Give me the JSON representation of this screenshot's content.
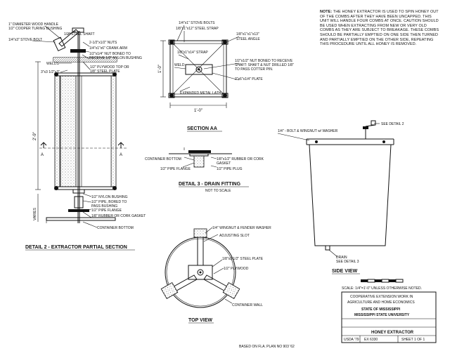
{
  "note": {
    "label": "NOTE:",
    "text": "THE HONEY EXTRACTOR IS USED TO SPIN HONEY OUT OF THE COMBS AFTER THEY HAVE BEEN UNCAPPED. THIS UNIT WILL HANDLE FOUR COMBS AT ONCE. CAUTION SHOULD BE USED WHEN EXTRACTING FROM NEW OR VERY OLD COMBS AS THEY ARE SUBJECT TO BREAKAGE. THESE COMBS SHOULD BE PARTIALLY EMPTIED ON ONE SIDE THEN TURNED AND PARTIALLY EMPTIED ON THE OTHER SIDE, REPEATING THIS PROCEDURE UNTIL ALL HONEY IS REMOVED."
  },
  "detail2": {
    "title": "DETAIL 2 - EXTRACTOR PARTIAL SECTION",
    "labels": {
      "handle": "1\" DIAMETER WOOD HANDLE",
      "handle2": "1/2\" COOPER TURING BUSHING",
      "stove_bolt": "1/4\"x3\" STOVE BOLT",
      "shaft": "1/2\" STEEL SHAFT",
      "nuts": "2-1/2\"x1/2\" NUTS",
      "crank": "1/4\"x1\"x6\" CRANK ARM",
      "nut_boned": "1/2\"x1/4\" NUT BONED TO",
      "nut_boned2": "RECEIVE 1/2\" NYLON BUSHING",
      "welds": "WELDS",
      "plywood": "1/2\" PLYWOOD TOP OR",
      "plywood2": "1/8\" STEEL PLATE",
      "size": "3\"x3 1/2\"x3\"",
      "height": "2'-9\"",
      "nylon": "1/2\" NYLON BUSHING",
      "pipe": "1/2\" PIPE, BORED TO",
      "pipe2": "PASS BUSHING",
      "flange": "1/2\" PIPE FLANGE",
      "rubber": "1/8\" RUBBER OR CORK GASKET",
      "container": "CONTAINER BOTTOM",
      "varies": "VARIES",
      "cut_a": "A"
    }
  },
  "sectionAA": {
    "title": "SECTION AA",
    "labels": {
      "stove": "1/4\"x1\" STOVE BOLTS",
      "strap": "1/8\"x1\"x12\" STEEL STRAP",
      "angle": "1/8\"x1\"x1\"x13\"",
      "angle2": "STEEL ANGLE",
      "strap2": "1/8\"x1\"x14\" STRAP",
      "weld": "WELD",
      "nut": "1/2\"x1/2\" NUT BONED TO RECEIVE",
      "nut2": "SHAFT: SHAFT & NUT DRILLED 1/8\"",
      "nut3": "TO PASS COTTER PIN.",
      "plate": "2\"x6\"x1/4\" PLATE",
      "lath": "EXPANDED METAL LATH",
      "dim_w": "1'-0\"",
      "dim_h": "1'-0\""
    }
  },
  "detail3": {
    "title": "DETAIL 3 - DRAIN FITTING",
    "subtitle": "NOT TO SCALE",
    "labels": {
      "container": "CONTAINER BOTTOM",
      "rubber": "1/8\"x1/2\" RUBBER OR CORK",
      "rubber2": "GASKET",
      "flange": "1/2\" PIPE FLANGE",
      "plug": "1/2\" PIPE PLUG"
    }
  },
  "sideView": {
    "title": "SIDE VIEW",
    "labels": {
      "bolt": "1/4\" - BOLT & WINGNUT w/ WASHER",
      "detail": "SEE DETAIL 2",
      "drain": "DRAIN",
      "drain2": "SEE DETAIL 3"
    }
  },
  "topView": {
    "title": "TOP VIEW",
    "labels": {
      "wingnut": "1/4\" WINGNUT & FENDER WASHER",
      "slot": "ADJUSTING SLOT",
      "plate": "1/8\"x3 1/2\" STEEL PLATE",
      "plywood": "1/2\" PLYWOOD",
      "wall": "CONTAINER WALL"
    }
  },
  "scale": {
    "text": "SCALE: 1/4\"=1'-0\" UNLESS OTHERWISE NOTED."
  },
  "titleBlock": {
    "line1": "COOPERATIVE EXTENSION WORK IN",
    "line2": "AGRICULTURE AND HOME ECONOMICS",
    "line3": "STATE OF MISSISSIPPI",
    "line4": "MISSISSIPPI STATE UNIVERSITY",
    "dept": "USDA '79",
    "ex": "EX 6330",
    "sheet": "SHEET 1 OF 1",
    "project": "HONEY EXTRACTOR"
  },
  "footer": "BASED ON FLA. PLAN NO 903 '62"
}
